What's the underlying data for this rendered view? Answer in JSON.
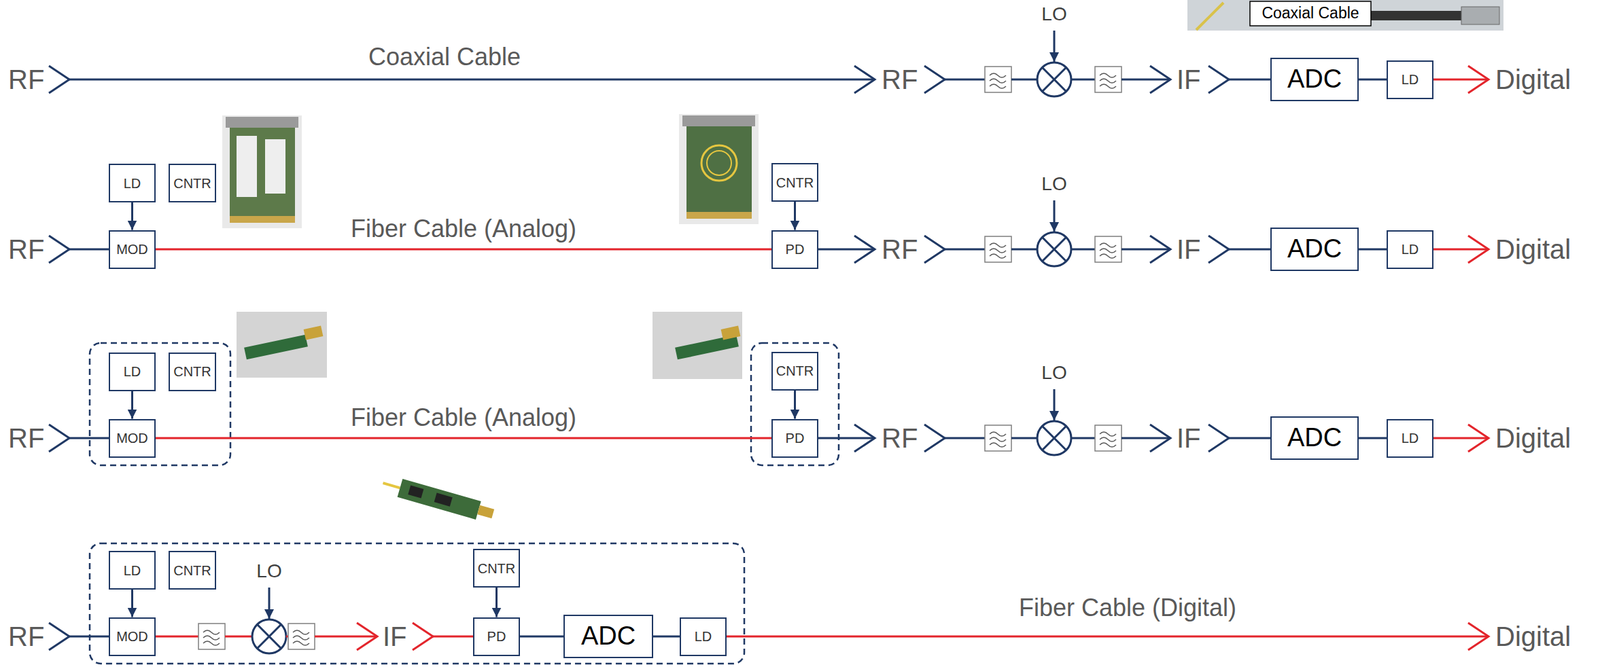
{
  "diagram": {
    "nodes": [
      {
        "text": [
          "ADC"
        ]
      },
      {
        "text": [
          "LD"
        ]
      },
      {
        "text": [
          "LD"
        ]
      },
      {
        "text": [
          "CNTR"
        ]
      },
      {
        "text": [
          "MOD"
        ]
      },
      {
        "text": [
          "CNTR"
        ]
      },
      {
        "text": [
          "PD"
        ]
      },
      {
        "text": [
          "ADC"
        ]
      },
      {
        "text": [
          "LD"
        ]
      },
      {
        "text": [
          "LD"
        ]
      },
      {
        "text": [
          "CNTR"
        ]
      },
      {
        "text": [
          "MOD"
        ]
      },
      {
        "text": [
          "CNTR"
        ]
      },
      {
        "text": [
          "PD"
        ]
      },
      {
        "text": [
          "ADC"
        ]
      },
      {
        "text": [
          "LD"
        ]
      },
      {
        "text": [
          "LD"
        ]
      },
      {
        "text": [
          "CNTR"
        ]
      },
      {
        "text": [
          "MOD"
        ]
      },
      {
        "text": [
          "CNTR"
        ]
      },
      {
        "text": [
          "PD"
        ]
      },
      {
        "text": [
          "ADC"
        ]
      },
      {
        "text": [
          "LD"
        ]
      }
    ],
    "edges": [
      {
        "from": 0,
        "to": 1,
        "arrow": "none"
      },
      {
        "from": 2,
        "to": 4,
        "arrow": "to"
      },
      {
        "from": 4,
        "to": 6,
        "label": "Fiber Cable (Analog)",
        "arrow": "none"
      },
      {
        "from": 5,
        "to": 6,
        "arrow": "to"
      },
      {
        "from": 7,
        "to": 8,
        "arrow": "none"
      },
      {
        "from": 9,
        "to": 11,
        "arrow": "to"
      },
      {
        "from": 11,
        "to": 13,
        "label": "Fiber Cable (Analog)",
        "arrow": "none"
      },
      {
        "from": 12,
        "to": 13,
        "arrow": "to"
      },
      {
        "from": 14,
        "to": 15,
        "arrow": "none"
      },
      {
        "from": 16,
        "to": 18,
        "arrow": "to"
      },
      {
        "from": 19,
        "to": 20,
        "arrow": "to"
      },
      {
        "from": 20,
        "to": 21,
        "arrow": "none"
      },
      {
        "from": 21,
        "to": 22,
        "arrow": "none"
      }
    ],
    "labels": [
      "LO",
      "Coaxial Cable",
      "RF",
      "Coaxial Cable",
      "RF",
      "IF",
      "Digital",
      "LO",
      "RF",
      "RF",
      "IF",
      "Digital",
      "LO",
      "RF",
      "RF",
      "IF",
      "Digital",
      "LO",
      "RF",
      "IF",
      "Fiber Cable (Digital)",
      "Digital"
    ]
  }
}
